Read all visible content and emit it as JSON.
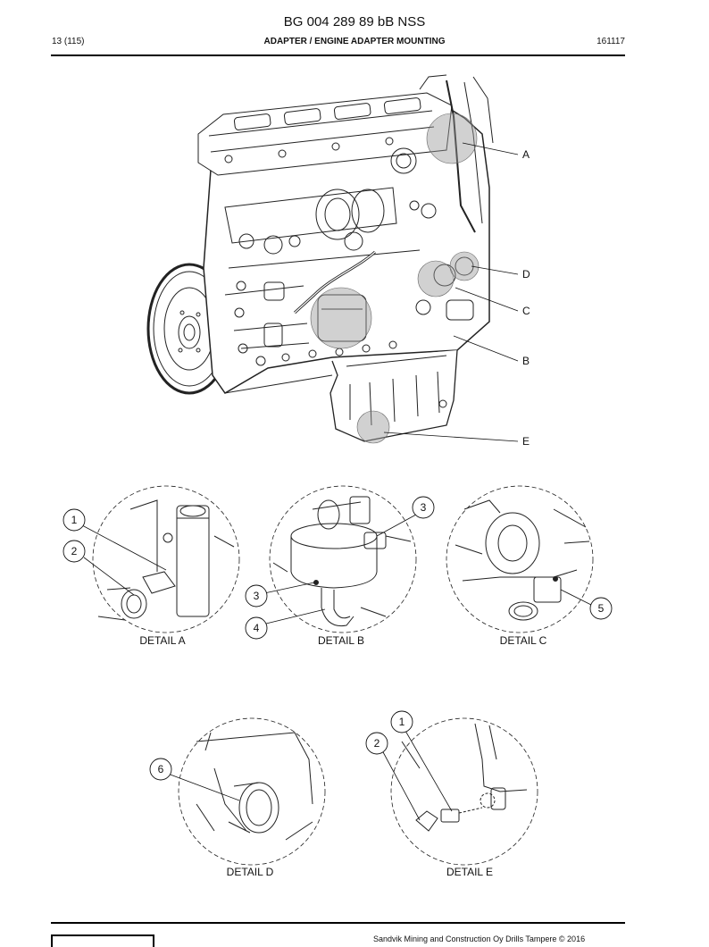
{
  "header": {
    "doc_number": "BG 004 289 89 bB NSS",
    "page": "13 (115)",
    "section": "ADAPTER / ENGINE ADAPTER MOUNTING",
    "date_code": "161117"
  },
  "callouts": {
    "A": "A",
    "B": "B",
    "C": "C",
    "D": "D",
    "E": "E"
  },
  "details": {
    "a": {
      "title": "DETAIL A",
      "items": [
        "1",
        "2"
      ]
    },
    "b": {
      "title": "DETAIL B",
      "items": [
        "3",
        "3",
        "4"
      ]
    },
    "c": {
      "title": "DETAIL C",
      "items": [
        "5"
      ]
    },
    "d": {
      "title": "DETAIL D",
      "items": [
        "6"
      ]
    },
    "e": {
      "title": "DETAIL E",
      "items": [
        "1",
        "2"
      ]
    }
  },
  "footer": {
    "copyright": "Sandvik Mining and Construction Oy Drills Tampere © 2016"
  }
}
